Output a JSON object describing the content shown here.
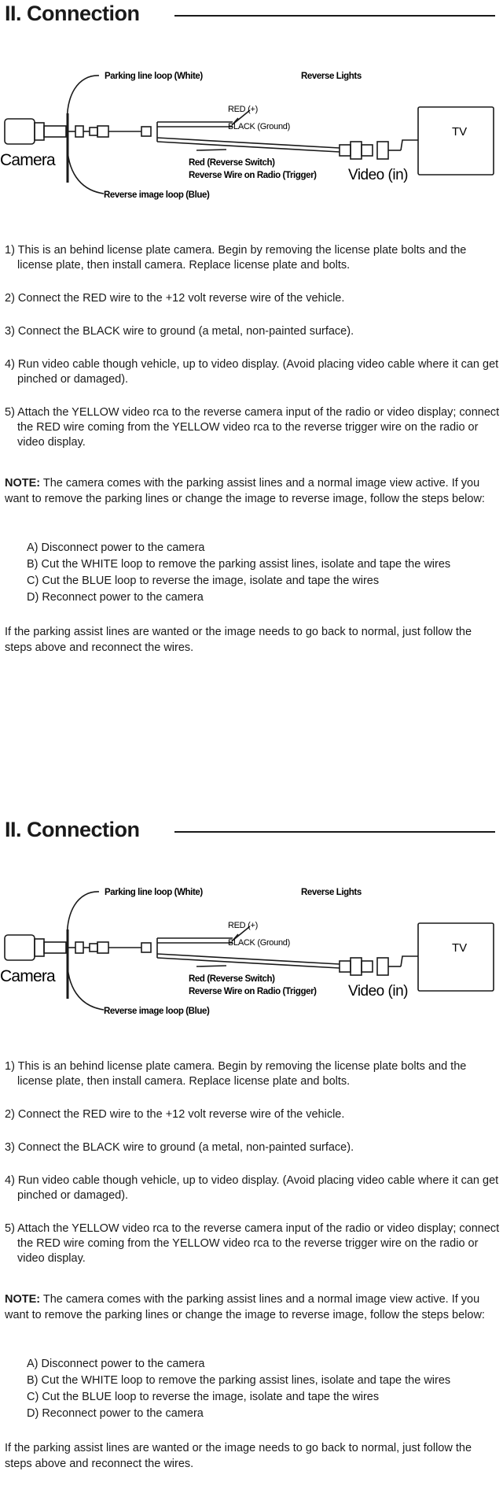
{
  "sections": [
    {
      "heading": "II. Connection",
      "diagram": {
        "parking_loop_label": "Parking line loop (White)",
        "reverse_lights_label": "Reverse Lights",
        "red_label": "RED (+)",
        "black_label": "BLACK (Ground)",
        "camera_label": "Camera",
        "reverse_switch_label": "Red (Reverse Switch)",
        "trigger_label": "Reverse Wire on Radio (Trigger)",
        "video_label": "Video (in)",
        "tv_label": "TV",
        "reverse_loop_label": "Reverse image loop (Blue)"
      },
      "steps": [
        "1) This is an behind license plate camera. Begin by removing the license plate bolts and the license plate, then install camera. Replace license plate and bolts.",
        "2) Connect the RED wire to the +12 volt reverse wire of the vehicle.",
        "3) Connect the BLACK wire to ground (a metal, non-painted surface).",
        "4) Run video cable though vehicle, up to video display. (Avoid placing video cable where it can get pinched or damaged).",
        "5) Attach the YELLOW video rca to the reverse camera input of the radio or video display; connect the RED wire coming from the YELLOW video rca to the reverse trigger wire on the radio or video display."
      ],
      "note_label": "NOTE:",
      "note_text": " The camera comes with the parking assist lines and a normal image view active. If you want to remove the parking lines or change the image to reverse image, follow the steps below:",
      "substeps": [
        "A) Disconnect power to the camera",
        "B) Cut the WHITE loop to remove the parking assist lines, isolate and tape the wires",
        "C) Cut the BLUE loop to reverse the image, isolate and tape the wires",
        "D) Reconnect power to the camera"
      ],
      "closing": "If the parking assist lines are wanted or the image needs to go back to normal, just follow the steps above and reconnect the wires."
    },
    {
      "heading": "II. Connection",
      "diagram": {
        "parking_loop_label": "Parking line loop (White)",
        "reverse_lights_label": "Reverse Lights",
        "red_label": "RED (+)",
        "black_label": "BLACK (Ground)",
        "camera_label": "Camera",
        "reverse_switch_label": "Red (Reverse Switch)",
        "trigger_label": "Reverse Wire on Radio (Trigger)",
        "video_label": "Video (in)",
        "tv_label": "TV",
        "reverse_loop_label": "Reverse image loop (Blue)"
      },
      "steps": [
        "1) This is an behind license plate camera. Begin by removing the license plate bolts and the license plate, then install camera. Replace license plate and bolts.",
        "2) Connect the RED wire to the +12 volt reverse wire of the vehicle.",
        "3) Connect the BLACK wire to ground (a metal, non-painted surface).",
        "4) Run video cable though vehicle, up to video display. (Avoid placing video cable where it can get pinched or damaged).",
        "5) Attach the YELLOW video rca to the reverse camera input of the radio or video display; connect the RED wire coming from the YELLOW video rca to the reverse trigger wire on the radio or video display."
      ],
      "note_label": "NOTE:",
      "note_text": " The camera comes with the parking assist lines and a normal image view active. If you want to remove the parking lines or change the image to reverse image, follow the steps below:",
      "substeps": [
        "A) Disconnect power to the camera",
        "B) Cut the WHITE loop to remove the parking assist lines, isolate and tape the wires",
        "C) Cut the BLUE loop to reverse the image, isolate and tape the wires",
        "D) Reconnect power to the camera"
      ],
      "closing": "If the parking assist lines are wanted or the image needs to go back to normal, just follow the steps above and reconnect the wires."
    }
  ]
}
